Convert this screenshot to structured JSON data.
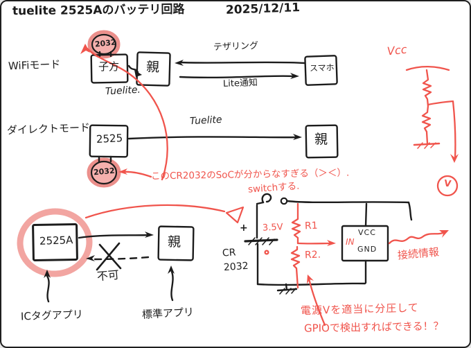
{
  "palette": {
    "ink": "#1c1c1c",
    "red": "#f0544c",
    "pink_fill": "#f5b0ad",
    "pink_stroke": "#eb8f8b"
  },
  "header": {
    "title": "tuelite 2525Aのバッテリ回路",
    "date": "2025/12/11"
  },
  "wifi_mode": {
    "label": "WiFiモード",
    "coin_cell": "2032",
    "device_box": "子方",
    "device_caption": "Tuelite.",
    "parent_box": "親",
    "tethering_label": "テザリング",
    "lite_label": "Lite通知",
    "phone_box": "スマホ"
  },
  "direct_mode": {
    "label": "ダイレクトモード",
    "device_box": "2525",
    "coin_cell": "2032",
    "arrow_label": "Tuelite",
    "parent_box": "親"
  },
  "red_notes": {
    "soc_note": "このCR2032のSoCが分からなすぎる（＞＜）.",
    "switch_note": "switchする.",
    "vcc_label": "Vcc",
    "meter_label": "V",
    "signal_label": "接続情報",
    "divider_note_line1": "電源Vを適当に分圧して",
    "divider_note_line2": "GPIOで検出すればできる！？"
  },
  "app_flow": {
    "device_box": "2525A",
    "parent_box": "親",
    "ng_label": "不可",
    "left_app": "ICタグアプリ",
    "right_app": "標準アプリ"
  },
  "battery_circuit": {
    "plus": "+",
    "voltage": "3.5V",
    "battery_line1": "CR",
    "battery_line2": "2032",
    "r1": "R1",
    "r2": "R2.",
    "chip_vcc": "VCC",
    "chip_in": "IN",
    "chip_gnd": "GND"
  }
}
